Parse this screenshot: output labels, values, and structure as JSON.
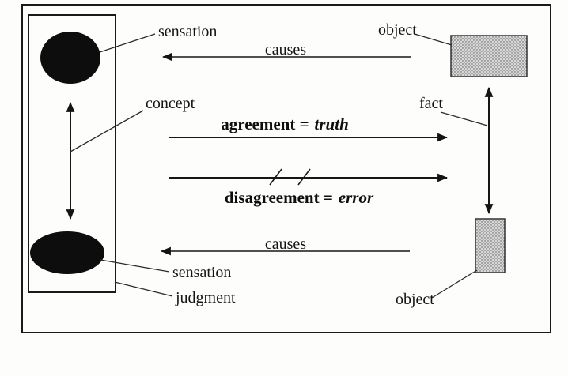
{
  "diagram": {
    "labels": {
      "sensation_top": "sensation",
      "object_top": "object",
      "causes_top": "causes",
      "concept": "concept",
      "fact": "fact",
      "agreement_prefix": "agreement =",
      "agreement_term": "truth",
      "disagreement_prefix": "disagreement =",
      "disagreement_term": "error",
      "causes_bottom": "causes",
      "sensation_bottom": "sensation",
      "judgment": "judgment",
      "object_bottom": "object"
    },
    "colors": {
      "ink": "#161616",
      "solid_shape_fill": "#0d0d0d",
      "stipple_dot": "#555555",
      "stipple_background": "#d8d8d8",
      "background": "#fdfdfc"
    }
  }
}
